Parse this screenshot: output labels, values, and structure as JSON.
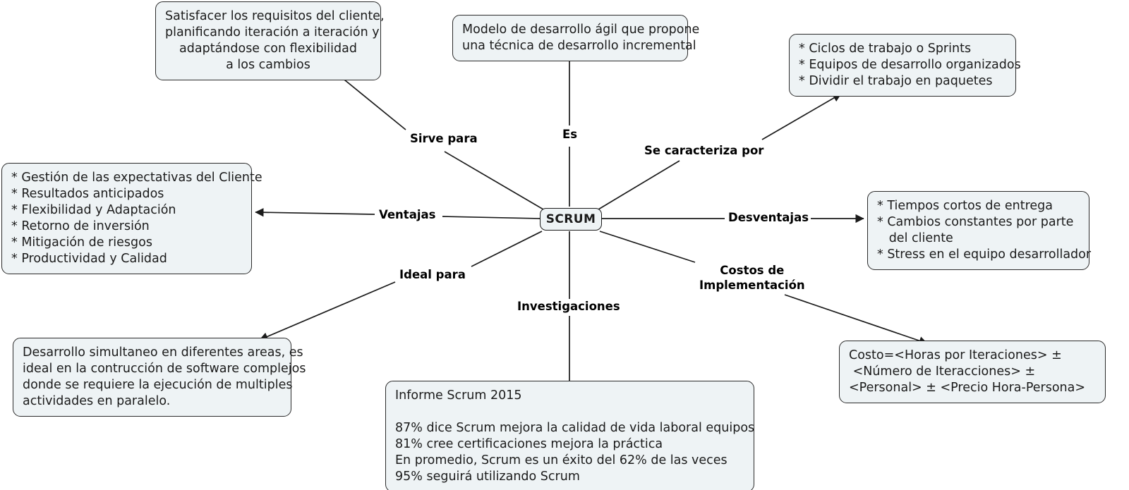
{
  "diagram": {
    "title": "SCRUM",
    "type": "mind-map",
    "colors": {
      "node_fill": "#eef3f5",
      "node_border": "#2b2b2b",
      "edge": "#1b1b1b",
      "text": "#1b1b1b",
      "background": "#ffffff"
    },
    "center": {
      "label": "SCRUM"
    },
    "nodes": [
      {
        "id": "sirve-para-box",
        "text": "Satisfacer los requisitos del cliente,\nplanificando iteración a iteración y\nadaptándose con flexibilidad\na los cambios",
        "align": "center"
      },
      {
        "id": "es-box",
        "text": "Modelo de desarrollo ágil que propone\nuna técnica de desarrollo incremental",
        "align": "center"
      },
      {
        "id": "caracteriza-box",
        "text": "* Ciclos de trabajo o Sprints\n* Equipos de desarrollo organizados\n* Dividir el trabajo en paquetes",
        "align": "left"
      },
      {
        "id": "ventajas-box",
        "text": "* Gestión de las expectativas del Cliente\n* Resultados anticipados\n* Flexibilidad y Adaptación\n* Retorno de inversión\n* Mitigación de riesgos\n* Productividad y Calidad",
        "align": "left"
      },
      {
        "id": "desventajas-box",
        "text": "* Tiempos cortos de entrega\n* Cambios constantes por parte\n   del cliente\n* Stress en el equipo desarrollador",
        "align": "left"
      },
      {
        "id": "ideal-para-box",
        "text": "Desarrollo simultaneo en diferentes areas, es\nideal en la contrucción de software complejos\ndonde se requiere la ejecución de multiples\nactividades en paralelo.",
        "align": "left"
      },
      {
        "id": "costos-box",
        "text": "Costo=<Horas por Iteraciones> ±\n <Número de Iteracciones> ±\n<Personal> ± <Precio Hora-Persona>",
        "align": "left"
      },
      {
        "id": "investigaciones-box",
        "text": "Informe Scrum 2015\n\n87% dice Scrum mejora la calidad de vida laboral equipos\n81% cree certificaciones mejora la práctica\nEn promedio, Scrum es un éxito del 62% de las veces\n95% seguirá utilizando Scrum",
        "align": "left"
      }
    ],
    "edge_labels": [
      {
        "id": "label-sirve-para",
        "text": "Sirve para"
      },
      {
        "id": "label-es",
        "text": "Es"
      },
      {
        "id": "label-se-caracteriza-por",
        "text": "Se caracteriza por"
      },
      {
        "id": "label-ventajas",
        "text": "Ventajas"
      },
      {
        "id": "label-desventajas",
        "text": "Desventajas"
      },
      {
        "id": "label-ideal-para",
        "text": "Ideal para"
      },
      {
        "id": "label-costos",
        "text": "Costos de\nImplementación"
      },
      {
        "id": "label-investigaciones",
        "text": "Investigaciones"
      }
    ]
  }
}
